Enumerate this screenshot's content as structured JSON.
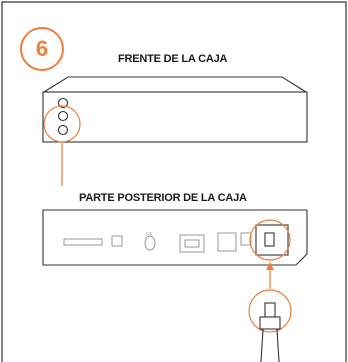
{
  "step": {
    "number": "6"
  },
  "front": {
    "title": "FRENTE DE LA CAJA"
  },
  "back": {
    "title": "PARTE POSTERIOR DE LA CAJA",
    "rf_port_label": "RF"
  },
  "colors": {
    "accent": "#ef7d3c",
    "outline": "#333333",
    "port": "#999999"
  }
}
